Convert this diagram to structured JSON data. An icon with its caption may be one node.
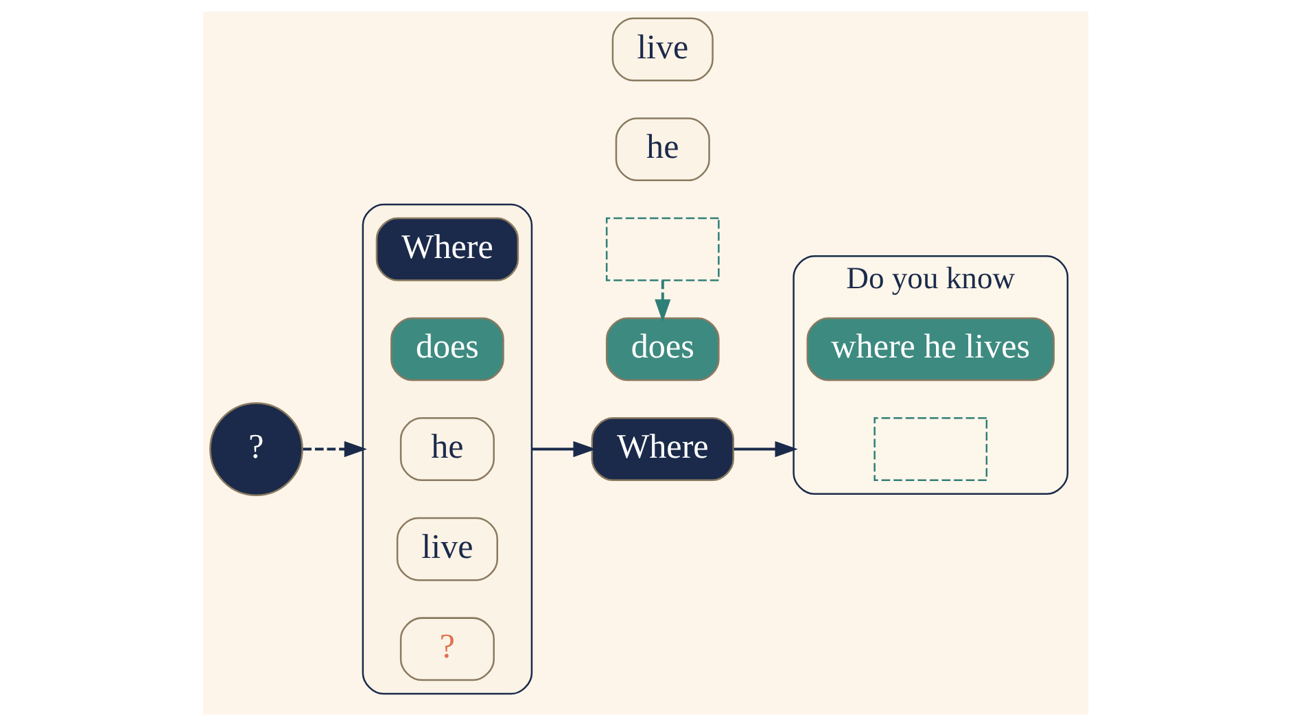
{
  "diagram": {
    "nodes": [
      {
        "text": [
          "?"
        ]
      },
      {
        "text": [],
        "shape": "box"
      },
      {
        "text": [
          "Where"
        ],
        "in": 1
      },
      {
        "text": [
          "does"
        ],
        "in": 1
      },
      {
        "text": [
          "he"
        ],
        "in": 1
      },
      {
        "text": [
          "live"
        ],
        "in": 1
      },
      {
        "text": [
          "?"
        ],
        "in": 1
      },
      {
        "text": [
          "does"
        ]
      },
      {
        "text": [],
        "shape": "box"
      },
      {
        "text": [
          "Where"
        ]
      },
      {
        "text": [
          "he"
        ]
      },
      {
        "text": [
          "live"
        ]
      },
      {
        "text": [
          "Do you know"
        ]
      },
      {
        "text": [
          "where he lives"
        ],
        "in": 12
      },
      {
        "text": [],
        "shape": "box",
        "in": 12
      }
    ],
    "edges": [
      {
        "from": 0,
        "to": 1,
        "arrow": "to",
        "style": "dashed"
      },
      {
        "from": 1,
        "to": 9,
        "arrow": "to"
      },
      {
        "from": 8,
        "to": 7,
        "arrow": "to",
        "style": "dashed",
        "color": "#2f7f77"
      },
      {
        "from": 9,
        "to": 12,
        "arrow": "to"
      }
    ]
  }
}
